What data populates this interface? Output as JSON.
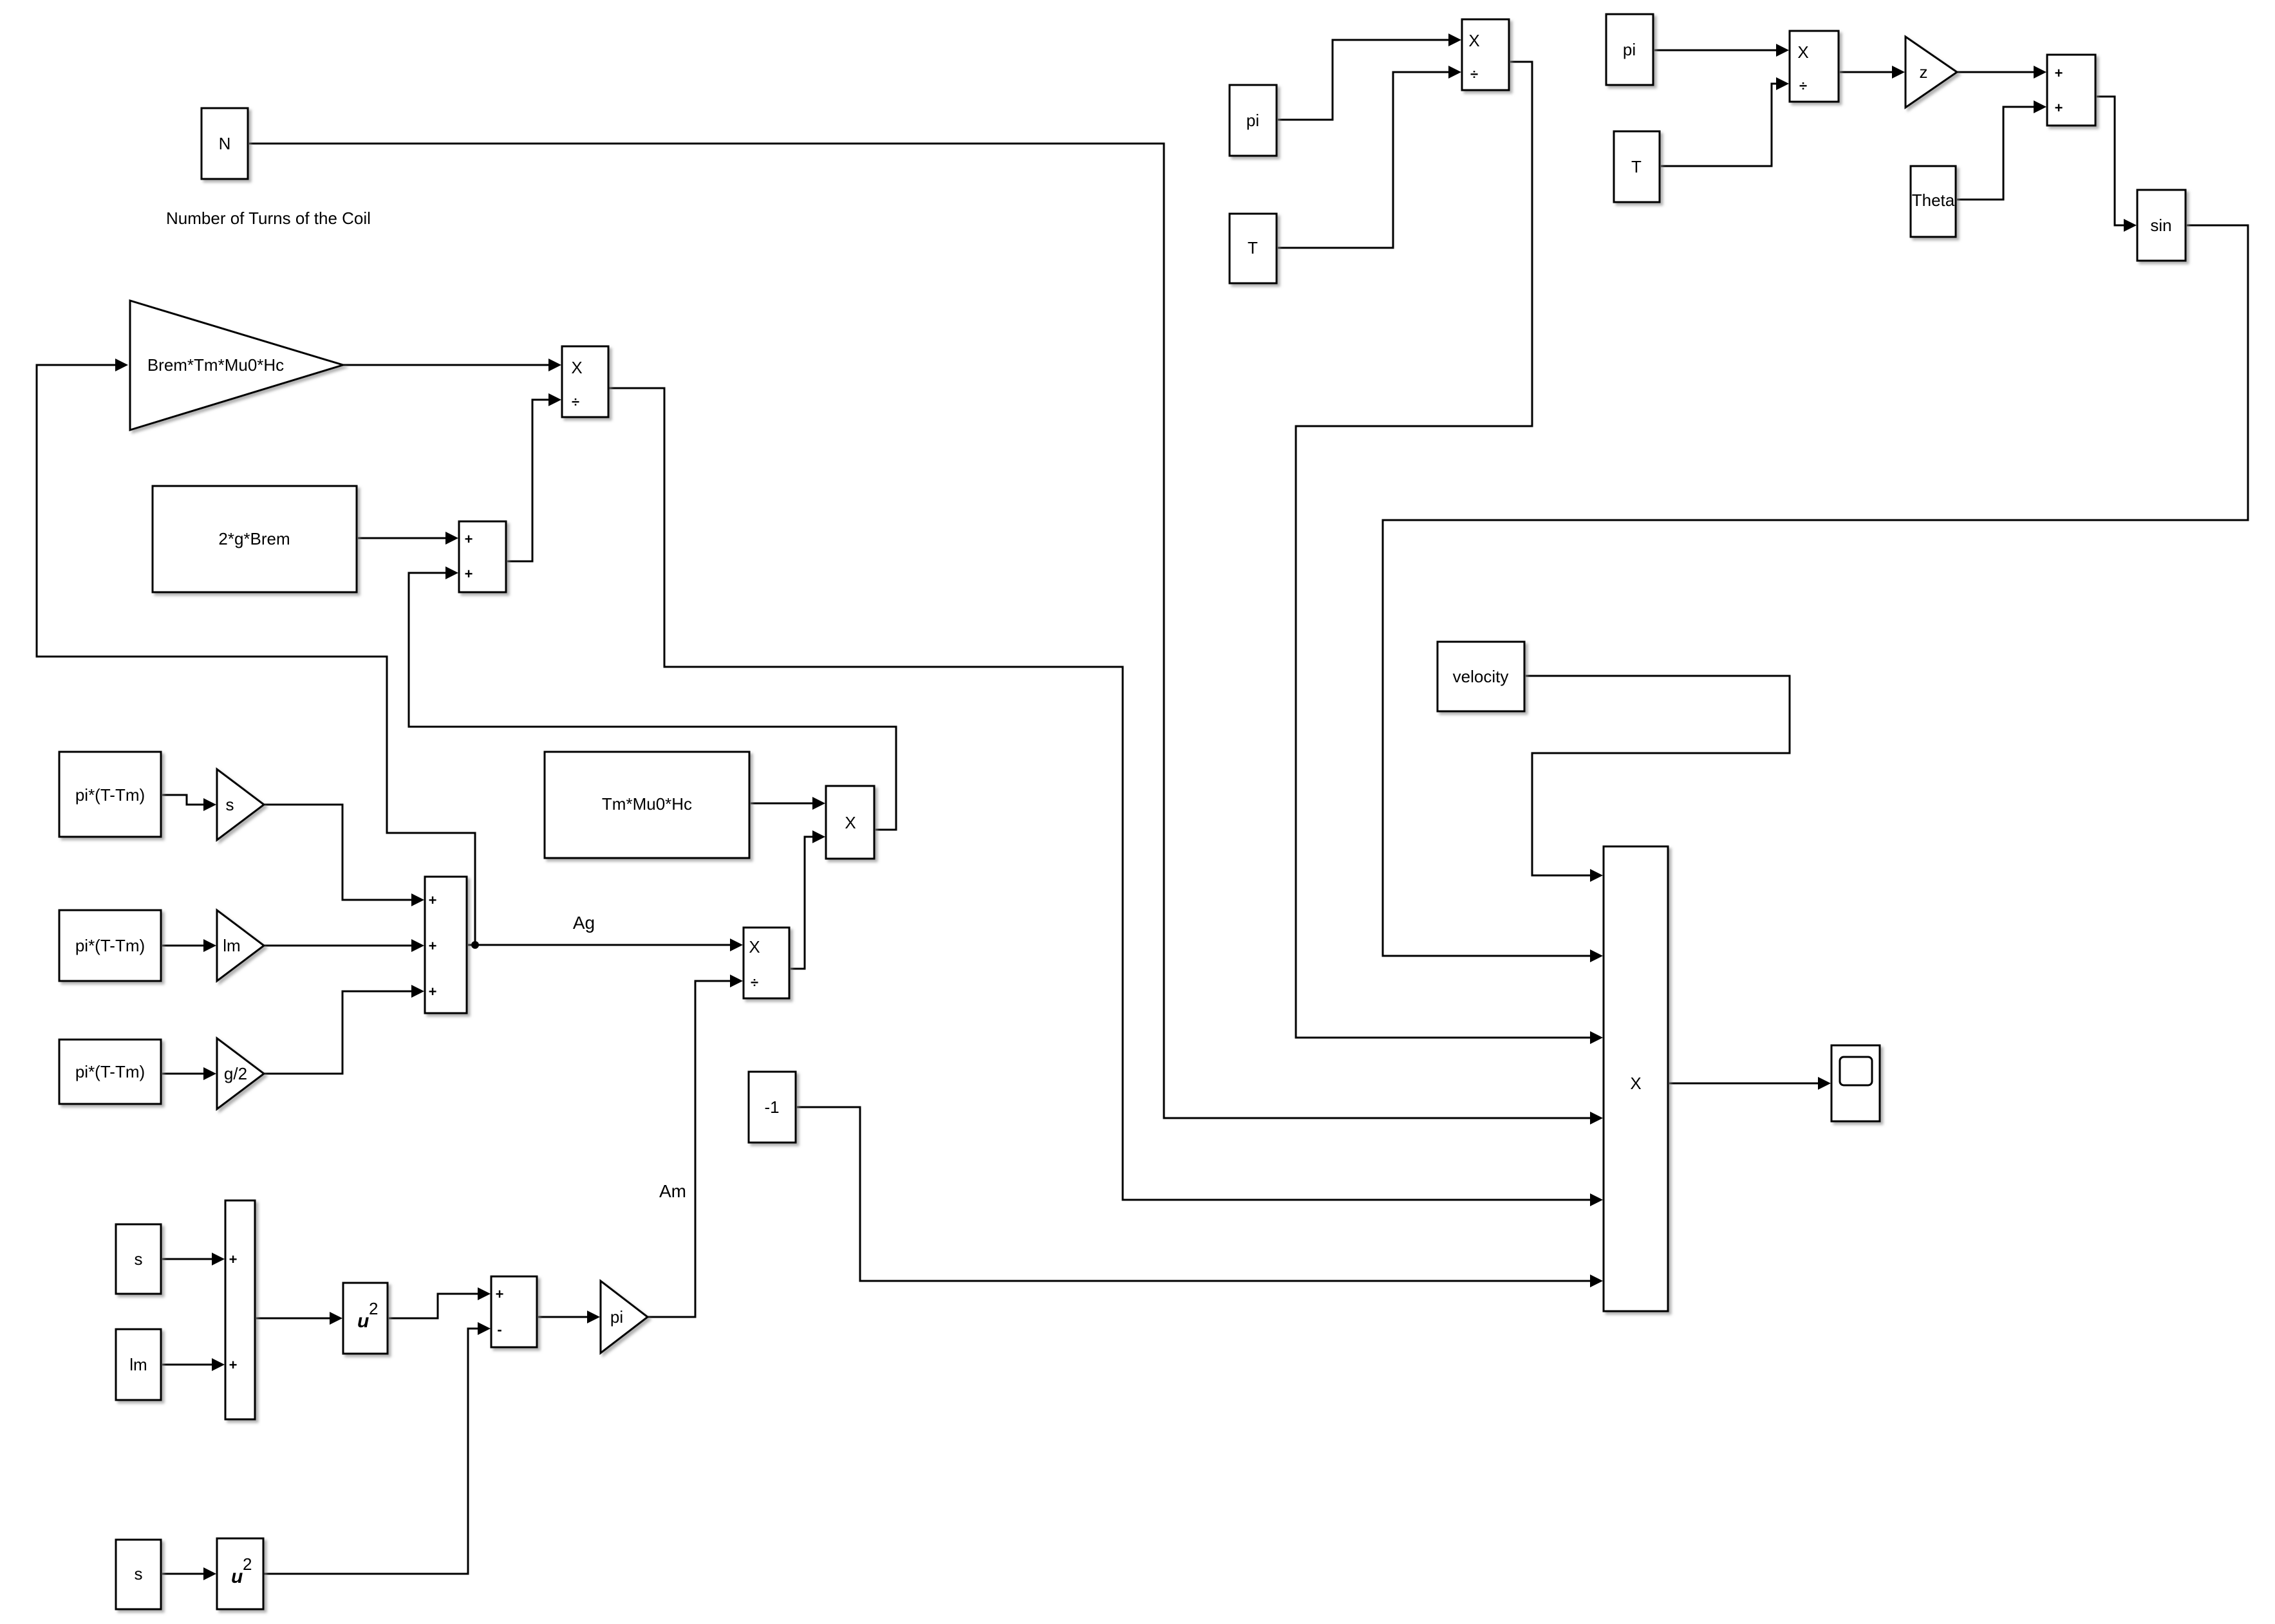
{
  "blocks": {
    "n_const": "N",
    "n_caption": "Number of Turns of the Coil",
    "gain_brem": "Brem*Tm*Mu0*Hc",
    "const_2gbrem": "2*g*Brem",
    "const_tmmu0hc": "Tm*Mu0*Hc",
    "const_pi_tm_1": "pi*(T-Tm)",
    "const_pi_tm_2": "pi*(T-Tm)",
    "const_pi_tm_3": "pi*(T-Tm)",
    "gain_s": "s",
    "gain_lm": "lm",
    "gain_g2": "g/2",
    "const_s_1": "s",
    "const_lm": "lm",
    "const_s_2": "s",
    "square_1": "u",
    "square_2": "u",
    "square_exp": "2",
    "gain_pi": "pi",
    "const_pi_a": "pi",
    "const_t_a": "T",
    "const_pi_b": "pi",
    "const_t_b": "T",
    "gain_z": "z",
    "const_theta": "Theta",
    "fn_sin": "sin",
    "const_velocity": "velocity",
    "const_neg1": "-1",
    "prod_big": "X",
    "prod_sym": "X",
    "sign_plus": "+",
    "sign_minus": "-",
    "sign_div": "÷"
  },
  "signals": {
    "ag": "Ag",
    "am": "Am"
  },
  "icons": {
    "scope": "scope-icon"
  }
}
